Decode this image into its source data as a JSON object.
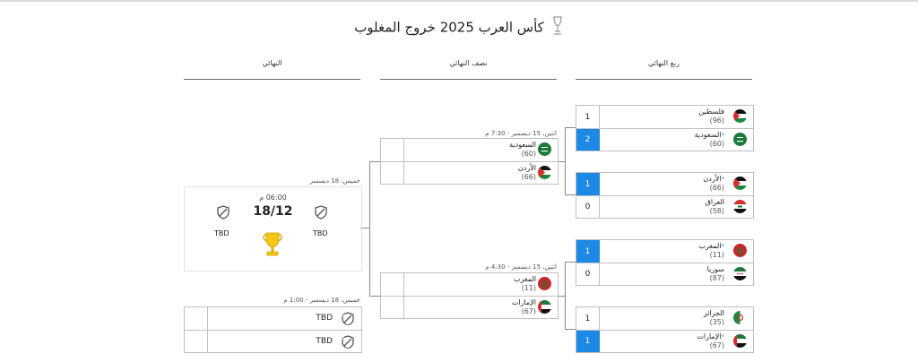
{
  "title": "كأس العرب 2025 خروج المغلوب",
  "columns": [
    "النهائي",
    "نصف النهائي",
    "ربع النهائي"
  ],
  "quarterfinals": [
    {
      "teams": [
        {
          "name": "فلسطين",
          "rank": "(96)",
          "score": "1",
          "winner": false,
          "flag": "palestine",
          "star": false
        },
        {
          "name": "السعودية",
          "rank": "(60)",
          "score": "2",
          "winner": true,
          "flag": "saudi",
          "star": true
        }
      ]
    },
    {
      "teams": [
        {
          "name": "الأردن",
          "rank": "(66)",
          "score": "1",
          "winner": true,
          "flag": "jordan",
          "star": true
        },
        {
          "name": "العراق",
          "rank": "(58)",
          "score": "0",
          "winner": false,
          "flag": "iraq",
          "star": false
        }
      ]
    },
    {
      "teams": [
        {
          "name": "المغرب",
          "rank": "(11)",
          "score": "1",
          "winner": true,
          "flag": "morocco",
          "star": true
        },
        {
          "name": "سوريا",
          "rank": "(87)",
          "score": "0",
          "winner": false,
          "flag": "syria",
          "star": false
        }
      ]
    },
    {
      "teams": [
        {
          "name": "الجزائر",
          "rank": "(35)",
          "score": "1",
          "winner": false,
          "flag": "algeria",
          "star": false
        },
        {
          "name": "الإمارات",
          "rank": "(67)",
          "score": "1",
          "winner": true,
          "flag": "uae",
          "star": true
        }
      ]
    }
  ],
  "semifinals": [
    {
      "date": "اثنين، 15 ديسمبر - 7:30 م",
      "teams": [
        {
          "name": "السعودية",
          "rank": "(60)",
          "flag": "saudi"
        },
        {
          "name": "الأردن",
          "rank": "(66)",
          "flag": "jordan"
        }
      ]
    },
    {
      "date": "اثنين، 15 ديسمبر - 4:30 م",
      "teams": [
        {
          "name": "المغرب",
          "rank": "(11)",
          "flag": "morocco"
        },
        {
          "name": "الإمارات",
          "rank": "(67)",
          "flag": "uae"
        }
      ]
    }
  ],
  "final": {
    "date": "خميس، 18 ديسمبر",
    "time": "06:00 م",
    "day": "18/12",
    "team1": "TBD",
    "team2": "TBD"
  },
  "third_place": {
    "date": "خميس، 18 ديسمبر - 1:00 م",
    "team1": "TBD",
    "team2": "TBD"
  },
  "colors": {
    "accent": "#1e88e5",
    "border": "#bfbfbf"
  }
}
